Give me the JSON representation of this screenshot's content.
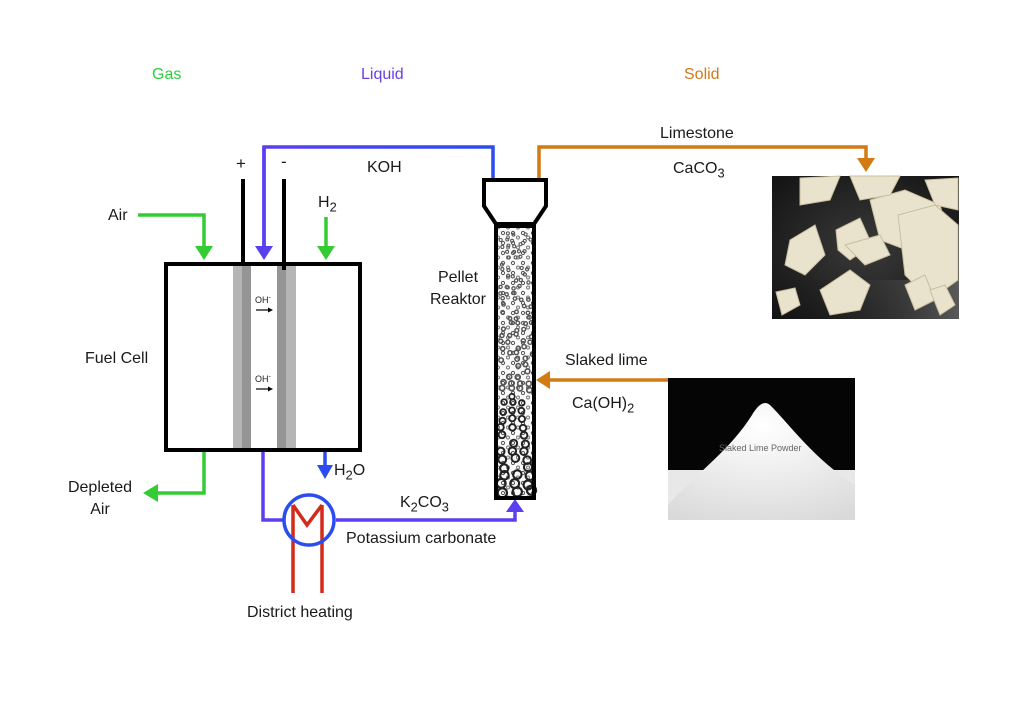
{
  "legend": {
    "gas": {
      "label": "Gas",
      "color": "#2ecc40"
    },
    "liquid": {
      "label": "Liquid",
      "color": "#6a3fe0"
    },
    "solid": {
      "label": "Solid",
      "color": "#d0791a"
    }
  },
  "colors": {
    "gas": "#33cc33",
    "liquid": "#5a3ff0",
    "liquid_blue": "#2a4cf0",
    "solid": "#d27a14",
    "heat": "#d42a1a",
    "outline": "#000000",
    "membrane_light": "#b5b5b5",
    "membrane_dark": "#959595"
  },
  "fuel_cell": {
    "label": "Fuel Cell",
    "terminal_plus": "+",
    "terminal_minus": "-",
    "ion": "OH",
    "ion_charge": "-",
    "inputs": {
      "air": "Air",
      "h2_main": "H",
      "h2_sub": "2"
    },
    "outputs": {
      "depleted_line1": "Depleted",
      "depleted_line2": "Air",
      "water_main_a": "H",
      "water_sub": "2",
      "water_main_b": "O"
    }
  },
  "streams": {
    "koh": "KOH",
    "k2co3_a": "K",
    "k2co3_sub1": "2",
    "k2co3_b": "CO",
    "k2co3_sub2": "3",
    "potassium_carbonate": "Potassium carbonate",
    "district_heating": "District heating",
    "limestone": "Limestone",
    "caco3_a": "CaCO",
    "caco3_sub": "3",
    "slaked_lime": "Slaked lime",
    "caoh2_a": "Ca(OH)",
    "caoh2_sub": "2"
  },
  "reactor": {
    "line1": "Pellet",
    "line2": "Reaktor"
  },
  "photos": {
    "limestone": {
      "subject": "limestone rocks"
    },
    "slaked_lime": {
      "caption": "Slaked Lime Powder"
    }
  }
}
